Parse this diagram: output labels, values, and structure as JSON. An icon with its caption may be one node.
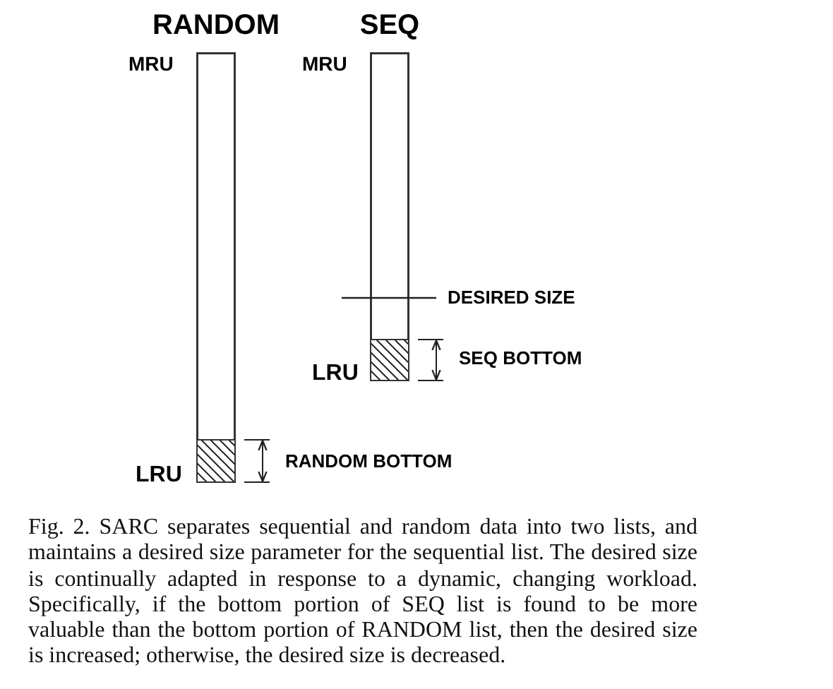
{
  "diagram": {
    "caption": "Fig. 2. SARC separates sequential and random data into two lists, and maintains a desired size parameter for the sequential list. The desired size is continually adapted in response to a dynamic, changing workload. Specifically, if the bottom portion of SEQ list is found to be more valuable than the bottom portion of RANDOM list, then the desired size is increased; otherwise, the desired size is decreased.",
    "nodes": [
      {
        "text": [
          "RANDOM"
        ],
        "beside": [
          "MRU",
          "LRU"
        ]
      },
      {
        "text": [],
        "shape": "box",
        "in": 0,
        "beside": [
          "RANDOM BOTTOM"
        ]
      },
      {
        "text": [
          "SEQ"
        ],
        "beside": [
          "MRU",
          "DESIRED SIZE",
          "LRU"
        ]
      },
      {
        "text": [],
        "shape": "box",
        "in": 2,
        "beside": [
          "SEQ BOTTOM"
        ]
      }
    ]
  }
}
